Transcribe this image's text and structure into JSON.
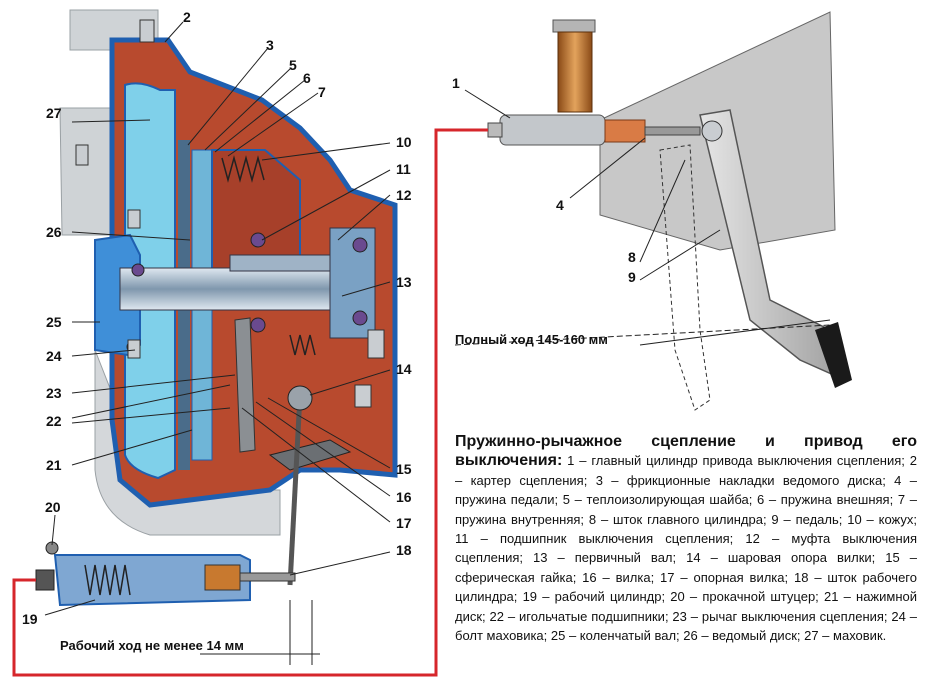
{
  "labels": [
    "1",
    "2",
    "3",
    "4",
    "5",
    "6",
    "7",
    "8",
    "9",
    "10",
    "11",
    "12",
    "13",
    "14",
    "15",
    "16",
    "17",
    "18",
    "19",
    "20",
    "21",
    "22",
    "23",
    "24",
    "25",
    "26",
    "27"
  ],
  "dimensions": {
    "full_travel": "Полный ход 145-160 мм",
    "working_travel": "Рабочий ход не менее 14 мм"
  },
  "caption": {
    "title": "Пружинно-рычажное сцепление и привод его выключения:",
    "body": " 1 – главный цилиндр привода выключения сцепления; 2 – картер сцепления; 3 – фрикционные накладки ведомого диска; 4 – пружина педали; 5 – теплоизолирующая шайба; 6 – пружина внешняя; 7 – пружина внутренняя; 8 – шток главного цилиндра; 9 – педаль; 10 – кожух; 11 – подшипник выключения сцепления; 12 – муфта выключения сцепления; 13 – первичный вал; 14 – шаровая опора вилки; 15 – сферическая гайка; 16 – вилка; 17 – опорная вилка; 18 – шток рабочего цилиндра; 19 – рабочий цилиндр; 20 – прокачной штуцер; 21 – нажимной диск; 22 – игольчатые подшипники; 23 – рычаг выключения сцепления; 24 – болт маховика; 25 – коленчатый вал; 26 – ведомый диск; 27 – маховик."
  },
  "colors": {
    "housing": "#b84a2e",
    "housing_outline": "#1f5fb0",
    "flywheel": "#7fd0ea",
    "shaft": "#8aa6c0",
    "pedal": "#b9b9b9",
    "reservoir": "#c8792f",
    "fluid_line": "#d6262b"
  }
}
